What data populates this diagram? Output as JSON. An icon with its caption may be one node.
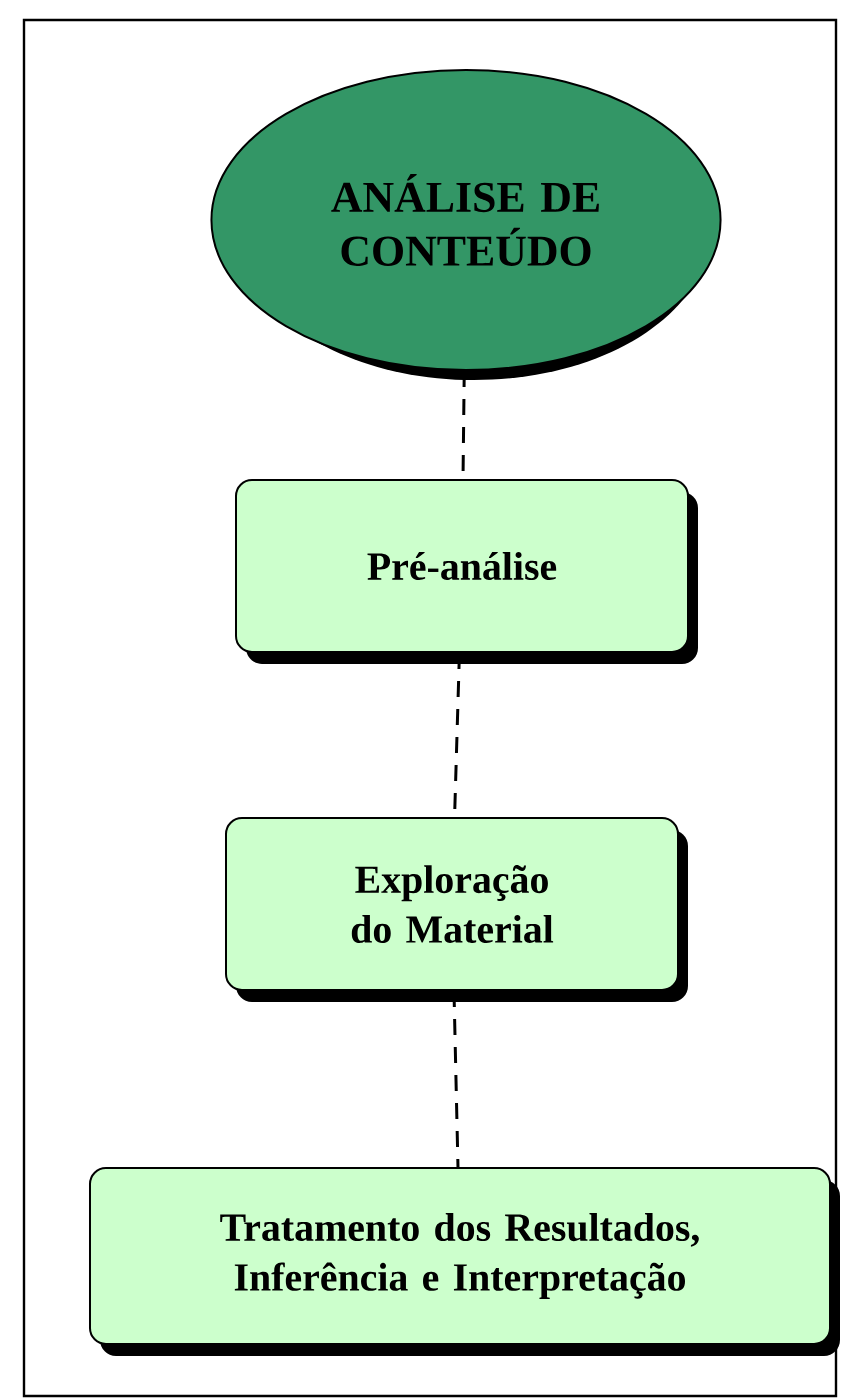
{
  "diagram": {
    "nodes": [
      {
        "text": [
          "ANÁLISE DE CONTEÚDO"
        ]
      },
      {
        "text": [
          "Pré-análise"
        ]
      },
      {
        "text": [
          "Exploração do Material"
        ]
      },
      {
        "text": [
          "Tratamento dos Resultados, Inferência e Interpretação"
        ]
      }
    ],
    "edges": [
      {
        "from": 0,
        "to": 1,
        "arrow": "none",
        "style": "dashed"
      },
      {
        "from": 1,
        "to": 2,
        "arrow": "none",
        "style": "dashed"
      },
      {
        "from": 2,
        "to": 3,
        "arrow": "none",
        "style": "dashed"
      }
    ]
  }
}
